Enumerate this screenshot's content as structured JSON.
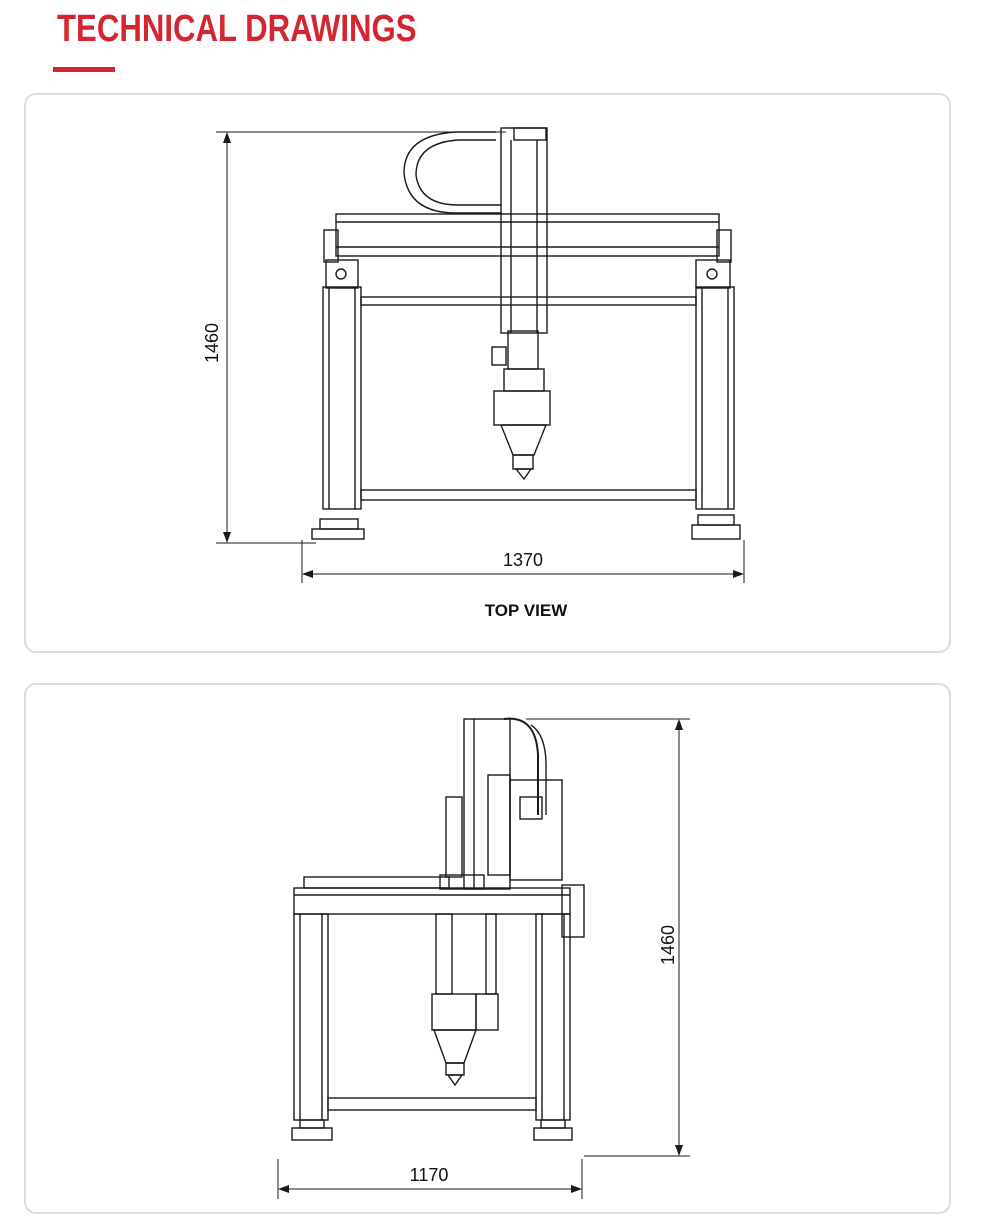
{
  "header": {
    "title": "TECHNICAL DRAWINGS"
  },
  "colors": {
    "accent": "#d32630",
    "line": "#1a1a1a",
    "panel_border": "#dcdcdc"
  },
  "drawings": [
    {
      "view_label": "TOP VIEW",
      "height_dimension": "1460",
      "width_dimension": "1370"
    },
    {
      "view_label": "",
      "height_dimension": "1460",
      "width_dimension": "1170"
    }
  ]
}
